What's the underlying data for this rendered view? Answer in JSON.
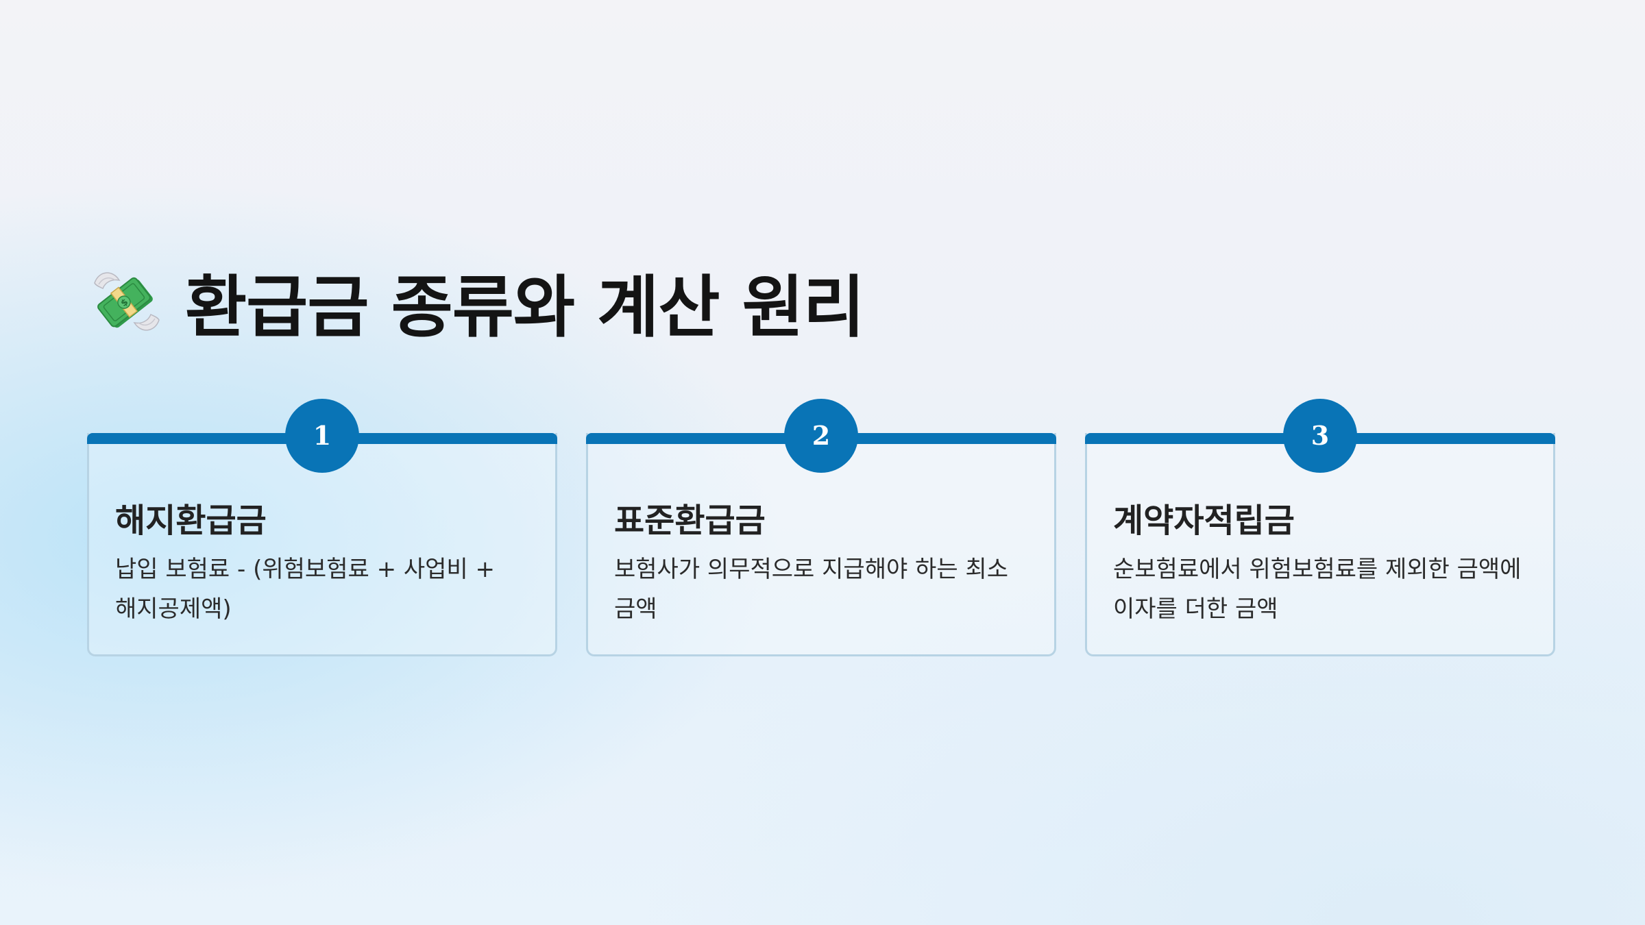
{
  "title": {
    "icon": "money-with-wings-icon",
    "text": "환급금 종류와 계산 원리"
  },
  "colors": {
    "accent": "#0974b6",
    "card_border": "#b7d3e4",
    "title_text": "#141414"
  },
  "cards": [
    {
      "number": "1",
      "title": "해지환급금",
      "description": "납입 보험료 - (위험보험료 + 사업비 + 해지공제액)"
    },
    {
      "number": "2",
      "title": "표준환급금",
      "description": "보험사가 의무적으로 지급해야 하는 최소 금액"
    },
    {
      "number": "3",
      "title": "계약자적립금",
      "description": "순보험료에서 위험보험료를 제외한 금액에 이자를 더한 금액"
    }
  ]
}
